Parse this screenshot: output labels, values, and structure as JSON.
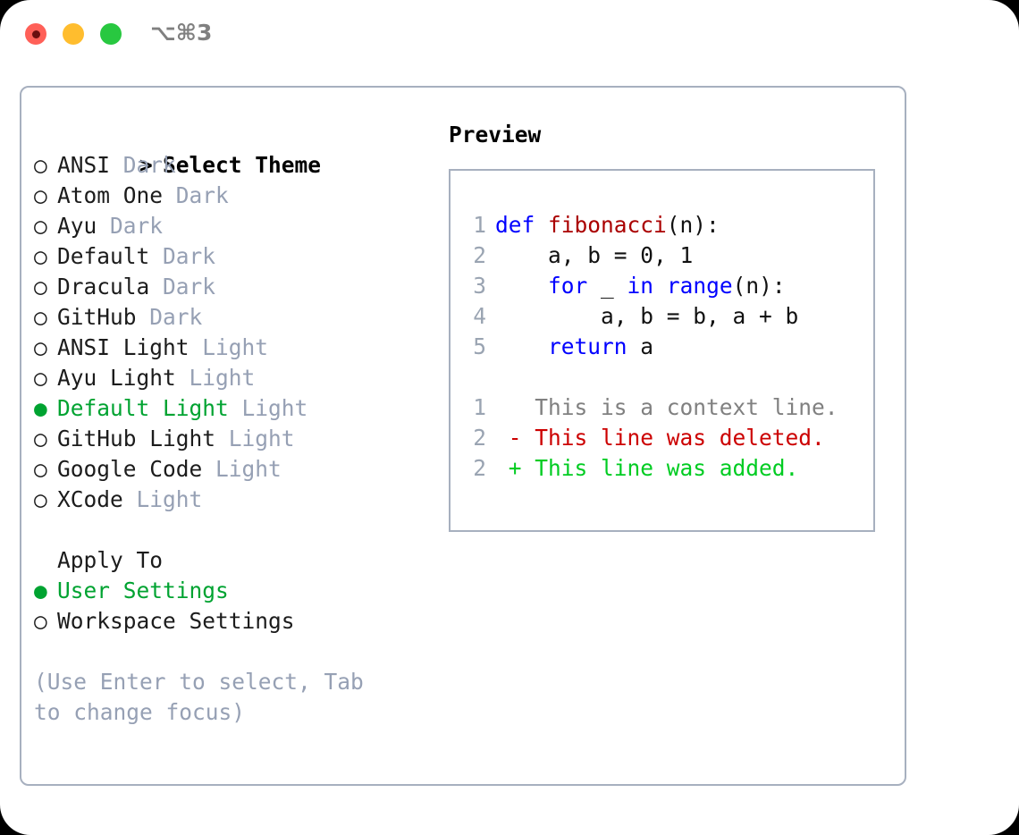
{
  "titlebar": {
    "shortcut": "⌥⌘3",
    "buttons": [
      {
        "name": "close",
        "color": "#ff6058"
      },
      {
        "name": "minimize",
        "color": "#ffbd2e"
      },
      {
        "name": "maximize",
        "color": "#28c840"
      }
    ]
  },
  "theme_picker": {
    "prompt": ">",
    "title": "Select Theme",
    "bullet_selected": "●",
    "bullet_unselected": "○",
    "items": [
      {
        "label": "ANSI",
        "mode": "Dark",
        "selected": false
      },
      {
        "label": "Atom One",
        "mode": "Dark",
        "selected": false
      },
      {
        "label": "Ayu",
        "mode": "Dark",
        "selected": false
      },
      {
        "label": "Default",
        "mode": "Dark",
        "selected": false
      },
      {
        "label": "Dracula",
        "mode": "Dark",
        "selected": false
      },
      {
        "label": "GitHub",
        "mode": "Dark",
        "selected": false
      },
      {
        "label": "ANSI Light",
        "mode": "Light",
        "selected": false
      },
      {
        "label": "Ayu Light",
        "mode": "Light",
        "selected": false
      },
      {
        "label": "Default Light",
        "mode": "Light",
        "selected": true
      },
      {
        "label": "GitHub Light",
        "mode": "Light",
        "selected": false
      },
      {
        "label": "Google Code",
        "mode": "Light",
        "selected": false
      },
      {
        "label": "XCode",
        "mode": "Light",
        "selected": false
      }
    ]
  },
  "apply_to": {
    "title": "Apply To",
    "items": [
      {
        "label": "User Settings",
        "selected": true
      },
      {
        "label": "Workspace Settings",
        "selected": false
      }
    ]
  },
  "hint": "(Use Enter to select, Tab to change focus)",
  "preview": {
    "label": "Preview",
    "code_lines": [
      {
        "num": "1",
        "tokens": [
          {
            "text": "def ",
            "kind": "kw"
          },
          {
            "text": "fibonacci",
            "kind": "fn"
          },
          {
            "text": "(n):",
            "kind": "plain"
          }
        ]
      },
      {
        "num": "2",
        "tokens": [
          {
            "text": "    a, b = 0, 1",
            "kind": "plain"
          }
        ]
      },
      {
        "num": "3",
        "tokens": [
          {
            "text": "    ",
            "kind": "plain"
          },
          {
            "text": "for",
            "kind": "kw"
          },
          {
            "text": " _ ",
            "kind": "plain"
          },
          {
            "text": "in",
            "kind": "kw"
          },
          {
            "text": " ",
            "kind": "plain"
          },
          {
            "text": "range",
            "kind": "kw"
          },
          {
            "text": "(n):",
            "kind": "plain"
          }
        ]
      },
      {
        "num": "4",
        "tokens": [
          {
            "text": "        a, b = b, a + b",
            "kind": "plain"
          }
        ]
      },
      {
        "num": "5",
        "tokens": [
          {
            "text": "    ",
            "kind": "plain"
          },
          {
            "text": "return",
            "kind": "kw"
          },
          {
            "text": " a",
            "kind": "plain"
          }
        ]
      }
    ],
    "diff_lines": [
      {
        "num": "1",
        "marker": "  ",
        "text": "This is a context line.",
        "kind": "context"
      },
      {
        "num": "2",
        "marker": "- ",
        "text": "This line was deleted.",
        "kind": "deleted"
      },
      {
        "num": "2",
        "marker": "+ ",
        "text": "This line was added.",
        "kind": "added"
      }
    ]
  },
  "colors": {
    "accent_green": "#00a331",
    "dim": "#96a0b4",
    "keyword": "#0000ff",
    "function": "#aa0000",
    "diff_context": "#808080",
    "diff_deleted": "#cc0000",
    "diff_added": "#00cc22",
    "border": "#a7b0bf"
  }
}
